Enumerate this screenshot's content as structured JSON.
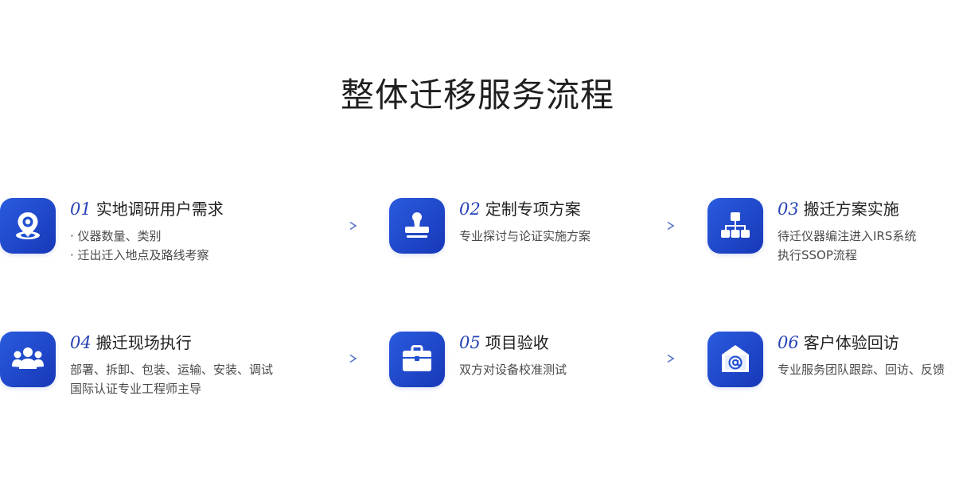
{
  "title": "整体迁移服务流程",
  "colors": {
    "accent": "#2542b5",
    "icon_bg_start": "#2a5bde",
    "icon_bg_end": "#1738b8",
    "arrow": "#7f93d6"
  },
  "steps": [
    {
      "num": "01",
      "title": "实地调研用户需求",
      "icon": "location-pin-icon",
      "lines": [
        "· 仪器数量、类别",
        "· 迁出迁入地点及路线考察"
      ]
    },
    {
      "num": "02",
      "title": "定制专项方案",
      "icon": "stamp-icon",
      "lines": [
        "专业探讨与论证实施方案"
      ]
    },
    {
      "num": "03",
      "title": "搬迁方案实施",
      "icon": "org-chart-icon",
      "lines": [
        "待迁仪器编注进入IRS系统",
        "执行SSOP流程"
      ]
    },
    {
      "num": "04",
      "title": "搬迁现场执行",
      "icon": "team-icon",
      "lines": [
        "部署、拆卸、包装、运输、安装、调试",
        "国际认证专业工程师主导"
      ]
    },
    {
      "num": "05",
      "title": "项目验收",
      "icon": "briefcase-icon",
      "lines": [
        "双方对设备校准测试"
      ]
    },
    {
      "num": "06",
      "title": "客户体验回访",
      "icon": "at-mail-icon",
      "lines": [
        "专业服务团队跟踪、回访、反馈"
      ]
    }
  ]
}
